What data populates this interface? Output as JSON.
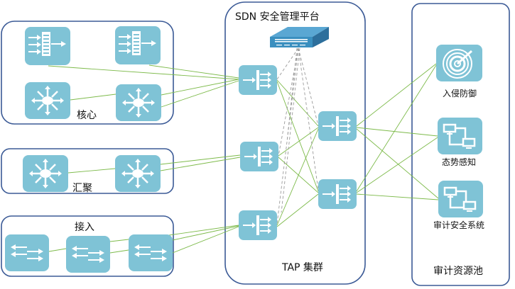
{
  "zones": {
    "core": "核心",
    "aggregation": "汇聚",
    "access": "接入",
    "sdn_platform": "SDN 安全管理平台",
    "tap_cluster": "TAP 集群",
    "audit_pool": "审计资源池"
  },
  "services": [
    {
      "label": "入侵防御",
      "icon": "target-icon"
    },
    {
      "label": "态势感知",
      "icon": "network-monitors-icon"
    },
    {
      "label": "审计安全系统",
      "icon": "network-monitors-icon"
    }
  ],
  "colors": {
    "tile": "#7fc3d6",
    "border": "#3b5a96",
    "link": "#7dba4a",
    "mgmt_link": "#9a9a9a",
    "appliance": "#3a8fbf"
  }
}
